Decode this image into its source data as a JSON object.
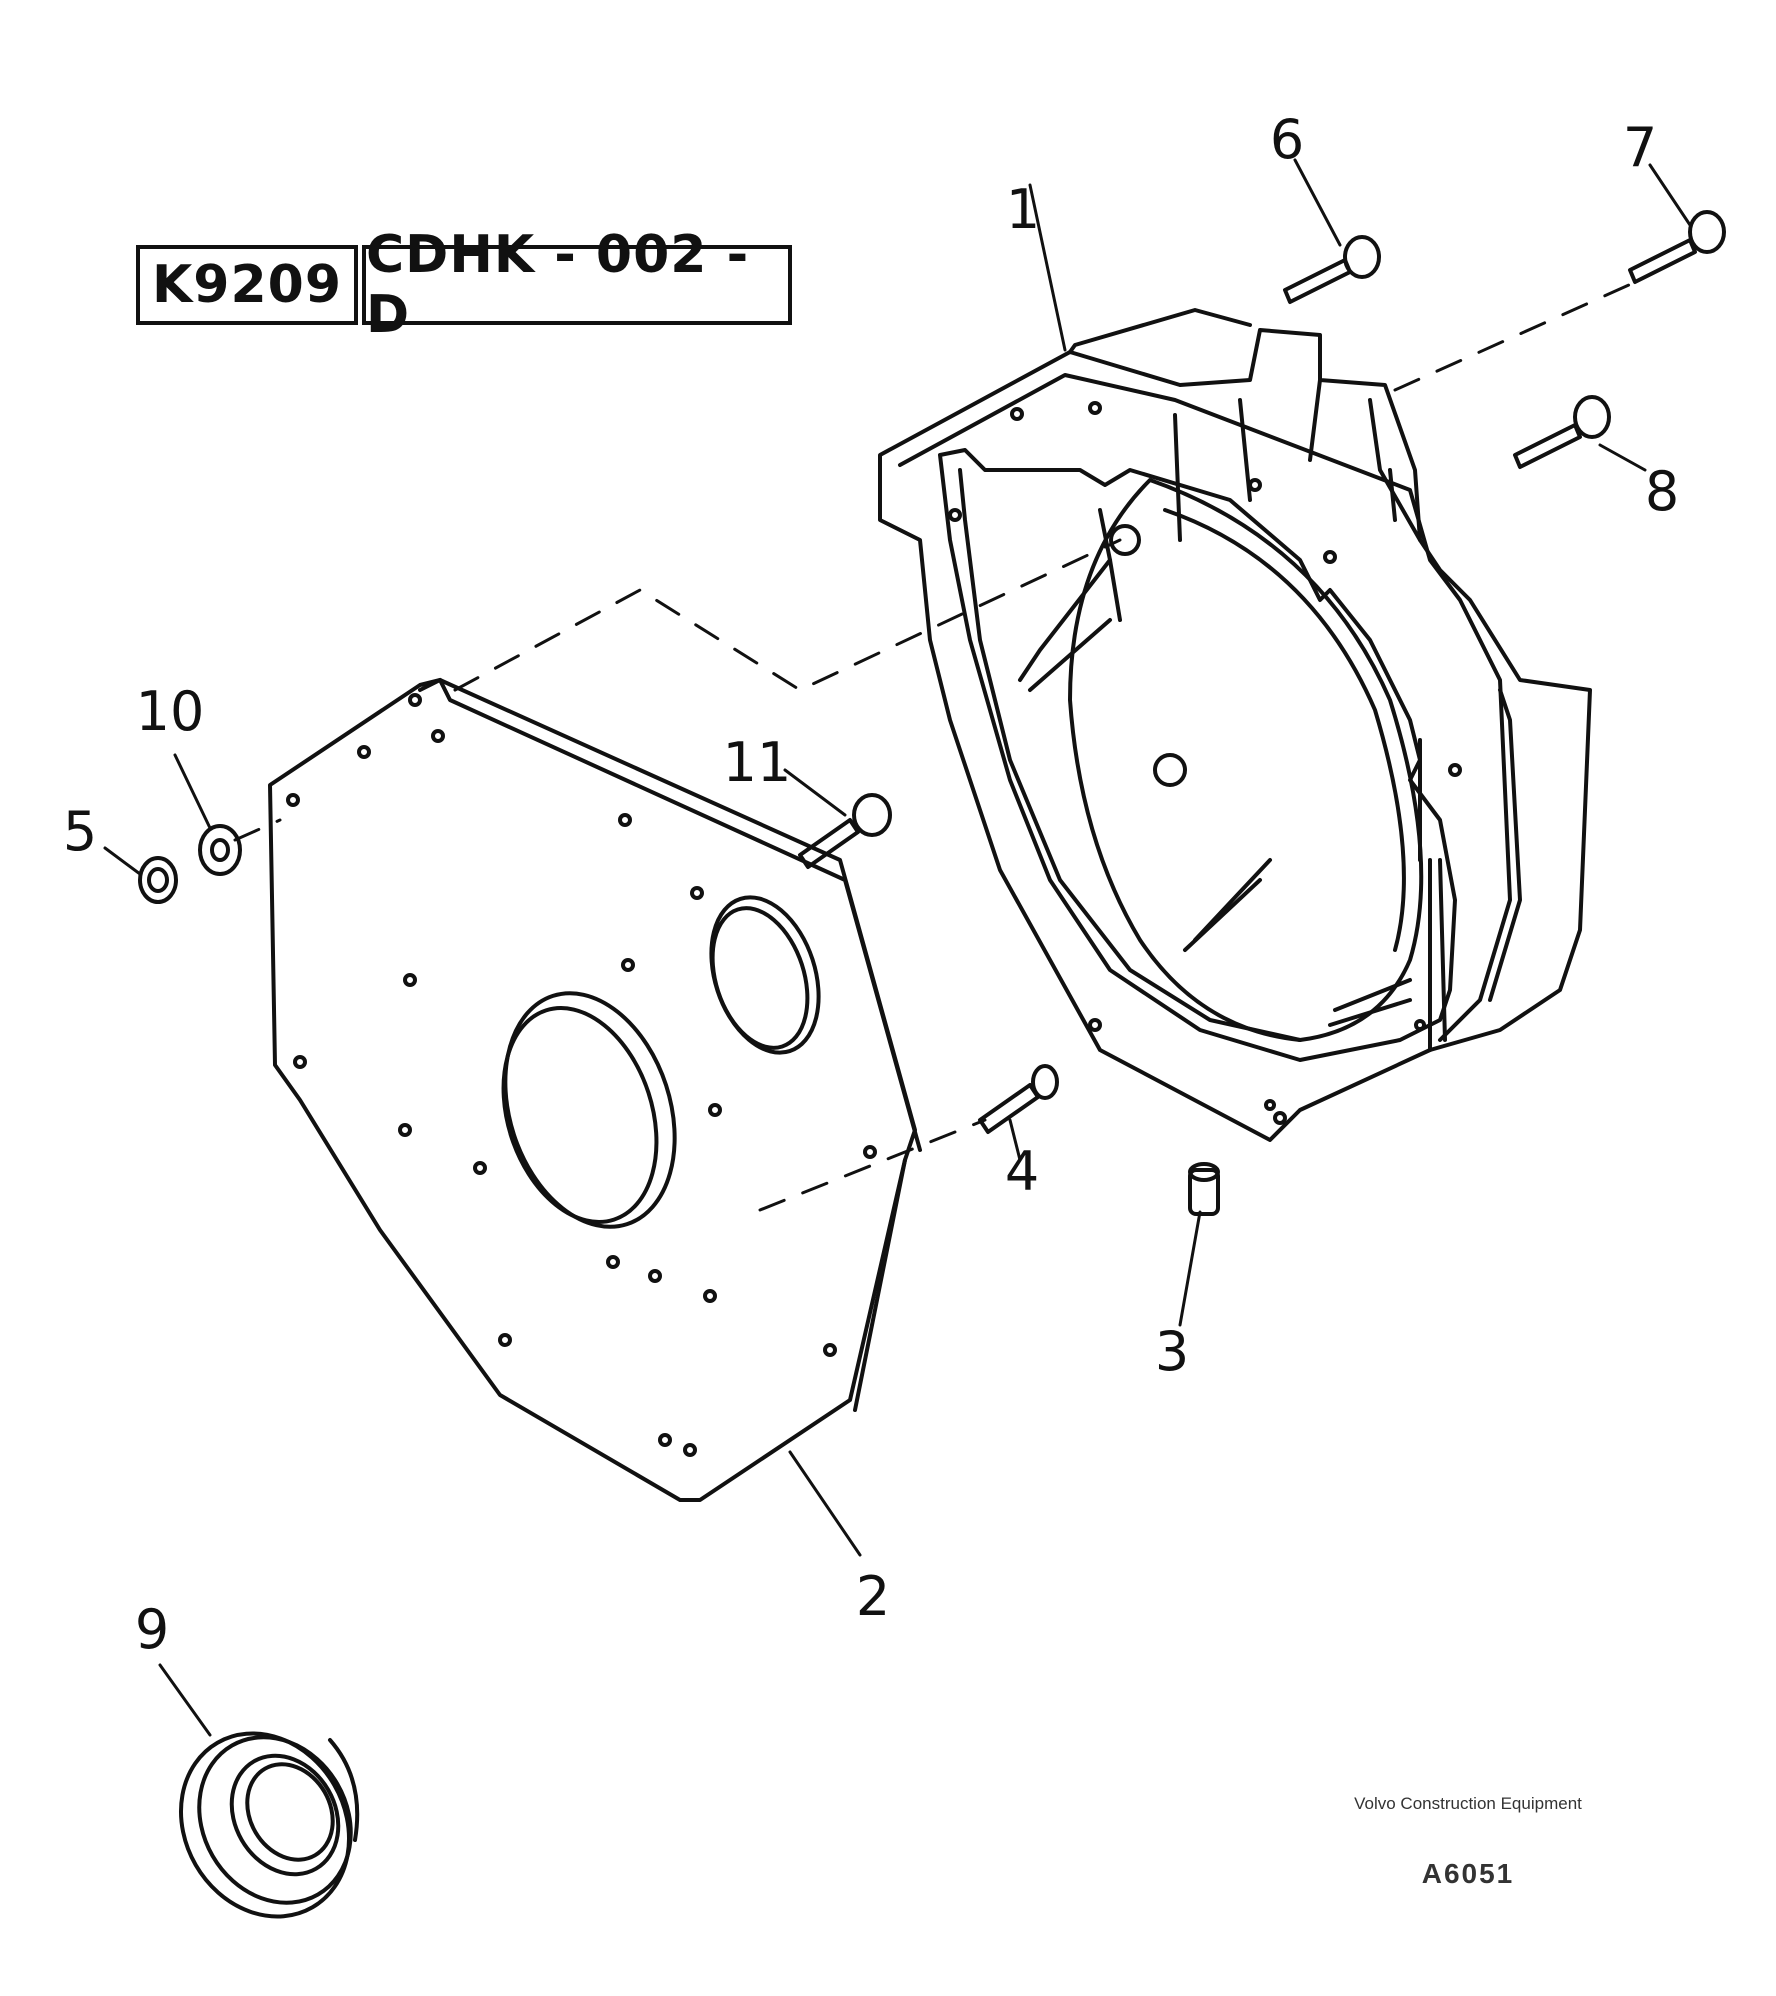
{
  "header": {
    "code": "K9209",
    "reference": "CDHK - 002 - D"
  },
  "callouts": [
    "1",
    "2",
    "3",
    "4",
    "5",
    "6",
    "7",
    "8",
    "9",
    "10",
    "11"
  ],
  "credit": {
    "text": "Volvo Construction Equipment",
    "drawing_number": "A6051"
  }
}
